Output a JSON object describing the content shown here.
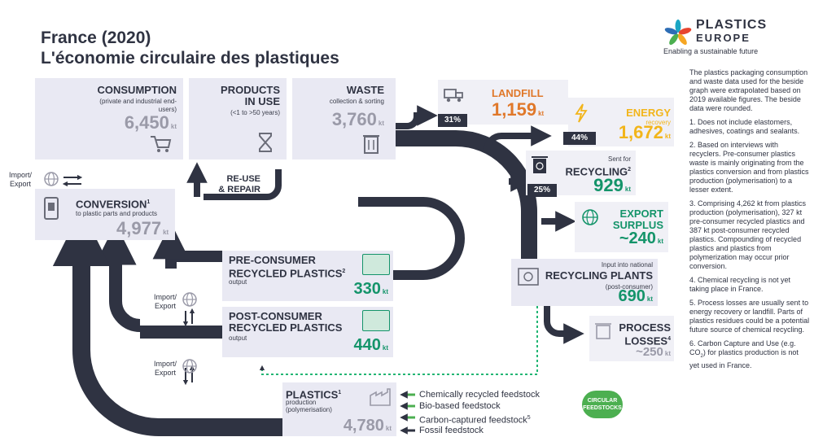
{
  "header": {
    "title_line1": "France (2020)",
    "title_line2": "L'économie circulaire des plastiques"
  },
  "logo": {
    "name_top": "PLASTICS",
    "name_bottom": "EUROPE",
    "tagline": "Enabling a sustainable future"
  },
  "consumption": {
    "label": "CONSUMPTION",
    "sub": "(private and industrial end-users)",
    "value": "6,450",
    "unit": "kt"
  },
  "products_in_use": {
    "label_l1": "PRODUCTS",
    "label_l2": "IN USE",
    "sub": "(<1 to >50 years)"
  },
  "waste": {
    "label": "WASTE",
    "sub": "collection & sorting",
    "value": "3,760",
    "unit": "kt"
  },
  "reuse": {
    "label_l1": "RE-USE",
    "label_l2": "& REPAIR"
  },
  "conversion": {
    "label": "CONVERSION",
    "sup": "1",
    "sub": "to plastic parts and products",
    "value": "4,977",
    "unit": "kt"
  },
  "import_export": {
    "label_l1": "Import/",
    "label_l2": "Export"
  },
  "landfill": {
    "pct": "31%",
    "label": "LANDFILL",
    "value": "1,159",
    "unit": "kt"
  },
  "energy": {
    "pct": "44%",
    "label": "ENERGY",
    "sub": "recovery",
    "value": "1,672",
    "unit": "kt"
  },
  "recycling": {
    "pct": "25%",
    "sent_for": "Sent for",
    "label": "RECYCLING",
    "sup": "2",
    "value": "929",
    "unit": "kt"
  },
  "export_surplus": {
    "label_l1": "EXPORT",
    "label_l2": "SURPLUS",
    "value": "~240",
    "unit": "kt"
  },
  "recycling_plants": {
    "pre": "Input into national",
    "label": "RECYCLING PLANTS",
    "sub": "(post-consumer)",
    "value": "690",
    "unit": "kt"
  },
  "process_losses": {
    "label_l1": "PROCESS",
    "label_l2": "LOSSES",
    "sup": "4",
    "value": "~250",
    "unit": "kt"
  },
  "pre_consumer": {
    "label_l1": "PRE-CONSUMER",
    "label_l2": "RECYCLED PLASTICS",
    "sup": "2",
    "sub": "output",
    "value": "330",
    "unit": "kt"
  },
  "post_consumer": {
    "label_l1": "POST-CONSUMER",
    "label_l2": "RECYCLED PLASTICS",
    "sub": "output",
    "value": "440",
    "unit": "kt"
  },
  "plastics": {
    "label": "PLASTICS",
    "sup": "1",
    "sub_l1": "production",
    "sub_l2": "(polymerisation)",
    "value": "4,780",
    "unit": "kt"
  },
  "feedstocks": {
    "items": [
      "Chemically recycled feedstock",
      "Bio-based feedstock",
      "Carbon-captured feedstock",
      "Fossil feedstock"
    ],
    "carbon_sup": "5",
    "circular_l1": "CIRCULAR",
    "circular_l2": "FEEDSTOCKS"
  },
  "notes": {
    "intro": "The plastics packaging consumption and waste data used for the beside graph were extrapolated based on 2019 available figures. The beside data were rounded.",
    "n1": "1. Does not include elastomers, adhesives, coatings and sealants.",
    "n2": "2. Based on interviews with recyclers. Pre-consumer plastics waste is mainly originating from the plastics conversion and from plastics production (polymerisation) to a lesser extent.",
    "n3": "3. Comprising 4,262 kt from plastics production (polymerisation), 327 kt pre-consumer recycled plastics and 387 kt post-consumer recycled plastics. Compounding of recycled plastics and plastics from polymerization may occur prior conversion.",
    "n4": "4. Chemical recycling is not yet taking place in France.",
    "n5": "5. Process losses are usually sent to energy recovery or landfill. Parts of plastics residues could be a potential future source of chemical recycling.",
    "n6_pre": "6. Carbon Capture and Use (e.g. CO",
    "n6_sub": "2",
    "n6_post": ") for plastics production is not yet used in France."
  },
  "colors": {
    "flow": "#2f3342",
    "box": "#e9e9f3",
    "green": "#14946a",
    "orange": "#e0782a",
    "yellow": "#f2b51b"
  }
}
